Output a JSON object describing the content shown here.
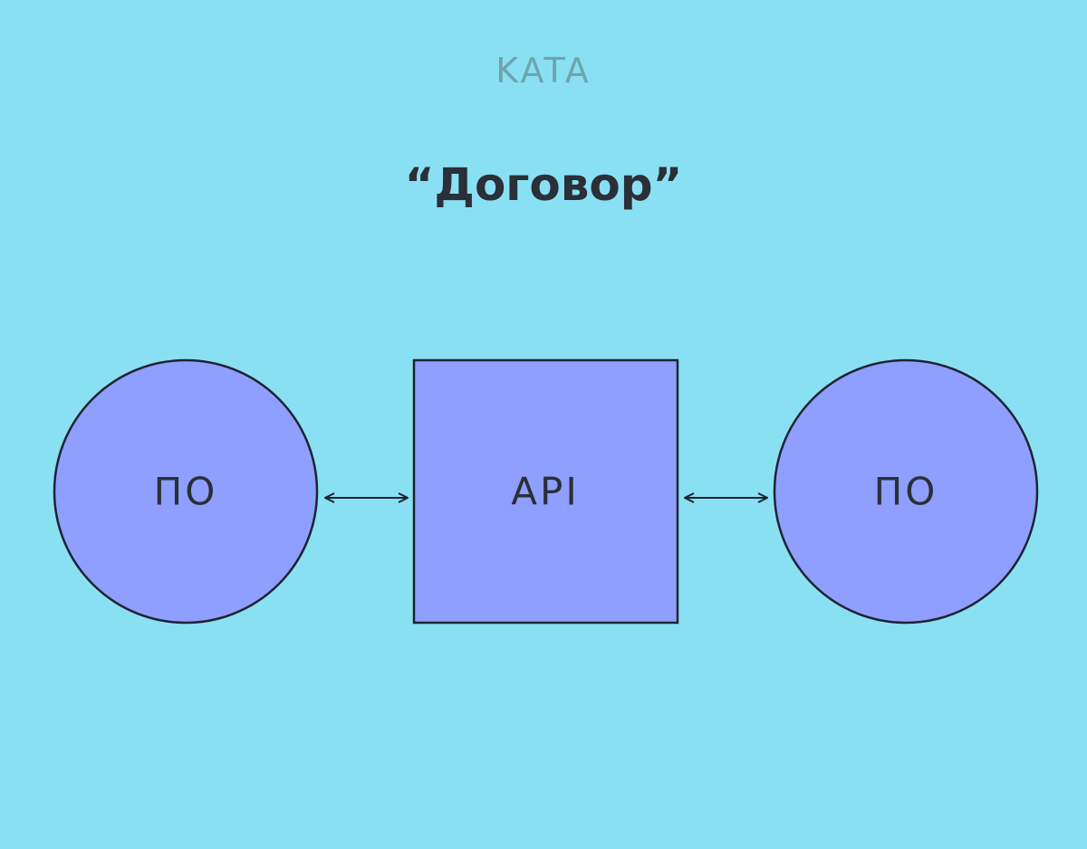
{
  "header": {
    "brand": "KATA",
    "title": "“Договор”"
  },
  "diagram": {
    "nodes": [
      {
        "id": "left",
        "shape": "circle",
        "label": "ПО"
      },
      {
        "id": "center",
        "shape": "square",
        "label": "API"
      },
      {
        "id": "right",
        "shape": "circle",
        "label": "ПО"
      }
    ],
    "edges": [
      {
        "from": "left",
        "to": "center",
        "direction": "both"
      },
      {
        "from": "center",
        "to": "right",
        "direction": "both"
      }
    ]
  },
  "colors": {
    "background": "#8AE0F3",
    "node_fill": "#8E9FFF",
    "stroke": "#1E2330",
    "brand_text": "#6FA3B0",
    "title_text": "#2A2F38",
    "label_text": "#2A2F38"
  }
}
